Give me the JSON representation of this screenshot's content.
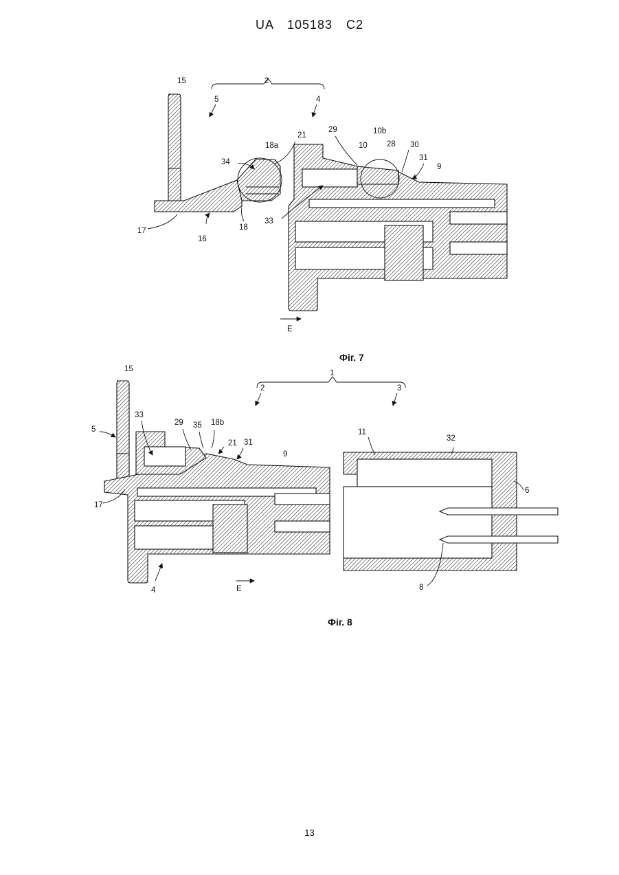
{
  "header": "UA   105183   C2",
  "page_number": "13",
  "figures": [
    {
      "caption": "Фіг. 7",
      "labels": {
        "l15": "15",
        "l2": "2",
        "l5": "5",
        "l4": "4",
        "l21": "21",
        "l29": "29",
        "l10b": "10b",
        "l18a": "18a",
        "l10": "10",
        "l28": "28",
        "l30": "30",
        "l34": "34",
        "l31": "31",
        "l9": "9",
        "l33": "33",
        "l17": "17",
        "l18": "18",
        "l16": "16",
        "lE": "E"
      }
    },
    {
      "caption": "Фіг. 8",
      "labels": {
        "l15": "15",
        "l1": "1",
        "l2": "2",
        "l3": "3",
        "l33": "33",
        "l29": "29",
        "l35": "35",
        "l18b": "18b",
        "l11": "11",
        "l32": "32",
        "l5": "5",
        "l21": "21",
        "l31": "31",
        "l9": "9",
        "l6": "6",
        "l17": "17",
        "l8": "8",
        "l4": "4",
        "lE": "E"
      }
    }
  ]
}
